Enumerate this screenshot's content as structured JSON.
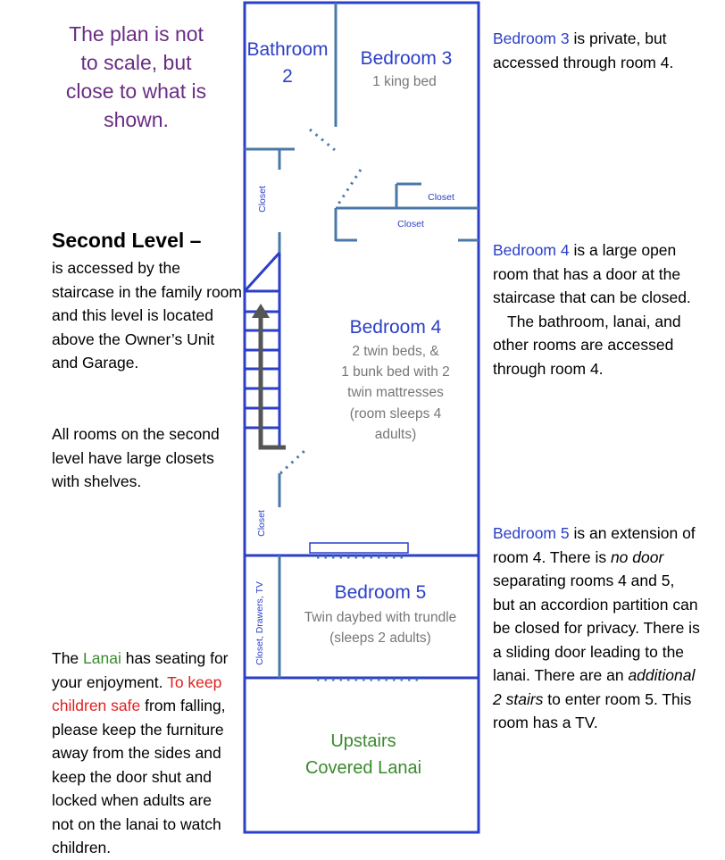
{
  "note": [
    "The plan is not",
    "to scale, but",
    "close to what is",
    "shown."
  ],
  "second_level": {
    "title": "Second Level –",
    "body": "is accessed by the staircase in the family room and this level is located above the Owner’s Unit and Garage.",
    "closets": "All rooms on the second level have large closets with shelves."
  },
  "lanai_note": {
    "p1": "The ",
    "p2": "Lanai",
    "p3": " has seating for your enjoyment.  ",
    "p4": "To keep children safe",
    "p5": " from falling, please keep the furniture away from the sides and keep the door shut and locked when adults are not on the lanai to watch children."
  },
  "bedroom3_note": {
    "name": "Bedroom 3",
    "text": " is private, but accessed through room 4."
  },
  "bedroom4_note": {
    "name": "Bedroom 4",
    "text": " is a large open room that has a door at the staircase that can be closed.",
    "text2": "The bathroom, lanai, and other rooms are accessed through room 4."
  },
  "bedroom5_note": {
    "name": "Bedroom 5",
    "a": " is an extension of room 4.   There is ",
    "b": "no door",
    "c": " separating rooms 4 and 5, but an accordion partition can be closed for privacy.  There is a sliding door leading to the lanai. There are an ",
    "d": "additional 2 stairs",
    "e": " to enter room 5. This room has a TV."
  },
  "plan": {
    "bathroom2": [
      "Bathroom",
      "2"
    ],
    "bedroom3": {
      "name": "Bedroom 3",
      "beds": "1 king bed"
    },
    "bedroom4": {
      "name": "Bedroom 4",
      "lines": [
        "2 twin beds, &",
        "1 bunk bed with 2",
        "twin mattresses",
        "(room sleeps 4",
        "adults)"
      ]
    },
    "bedroom5": {
      "name": "Bedroom 5",
      "lines": [
        "Twin daybed with trundle",
        "(sleeps 2 adults)"
      ]
    },
    "lanai": [
      "Upstairs",
      "Covered Lanai"
    ],
    "closet": "Closet",
    "closet_side": "Closet, Drawers, TV"
  },
  "colors": {
    "wall": "#2b3fc8",
    "interior_wall": "#4a78a8",
    "arrow": "#555555",
    "note": "#6a2d84",
    "green": "#3a8a2e",
    "red": "#e02020"
  }
}
